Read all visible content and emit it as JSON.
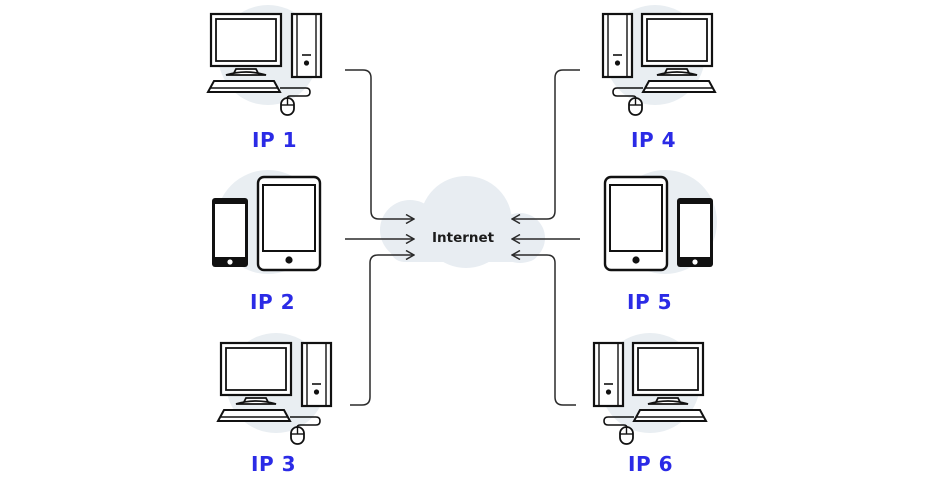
{
  "diagram": {
    "center": {
      "label": "Internet",
      "icon": "cloud-icon"
    },
    "colors": {
      "label": "#2b2be6",
      "line": "#2a2a2a",
      "cloud": "#e8edf2",
      "halo": "#e9eef2",
      "device_stroke": "#111111"
    },
    "nodes": [
      {
        "id": "ip1",
        "label": "IP 1",
        "device": "desktop-computer",
        "side": "left",
        "row": "top"
      },
      {
        "id": "ip2",
        "label": "IP 2",
        "device": "phone-and-tablet",
        "side": "left",
        "row": "middle"
      },
      {
        "id": "ip3",
        "label": "IP 3",
        "device": "desktop-computer",
        "side": "left",
        "row": "bottom"
      },
      {
        "id": "ip4",
        "label": "IP 4",
        "device": "desktop-computer",
        "side": "right",
        "row": "top"
      },
      {
        "id": "ip5",
        "label": "IP 5",
        "device": "tablet-and-phone",
        "side": "right",
        "row": "middle"
      },
      {
        "id": "ip6",
        "label": "IP 6",
        "device": "desktop-computer",
        "side": "right",
        "row": "bottom"
      }
    ],
    "connections": [
      {
        "from": "ip1",
        "to": "internet",
        "arrow": "toward-internet"
      },
      {
        "from": "ip2",
        "to": "internet",
        "arrow": "toward-internet"
      },
      {
        "from": "ip3",
        "to": "internet",
        "arrow": "toward-internet"
      },
      {
        "from": "ip4",
        "to": "internet",
        "arrow": "toward-internet"
      },
      {
        "from": "ip5",
        "to": "internet",
        "arrow": "toward-internet"
      },
      {
        "from": "ip6",
        "to": "internet",
        "arrow": "toward-internet"
      }
    ]
  }
}
